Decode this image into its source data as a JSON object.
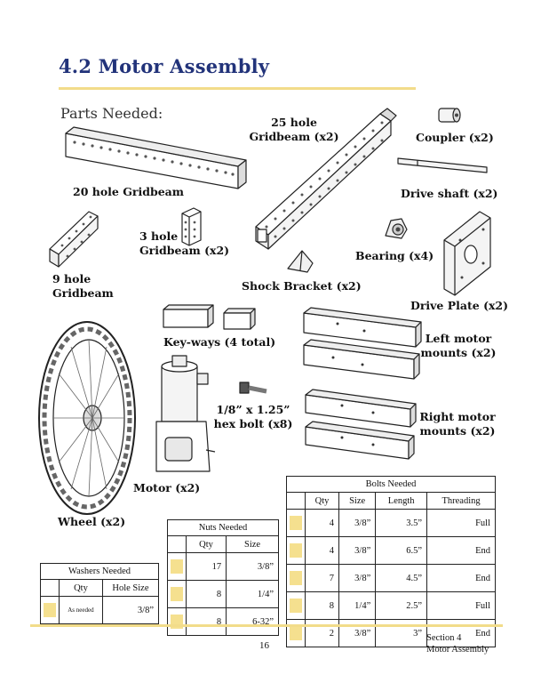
{
  "page": {
    "title": "4.2 Motor Assembly",
    "parts_heading": "Parts Needed:",
    "page_number": "16",
    "footer": {
      "section": "Section 4",
      "subsection": "Motor Assembly"
    }
  },
  "parts": {
    "gridbeam20": "20 hole Gridbeam",
    "gridbeam25_l1": "25 hole",
    "gridbeam25_l2": "Gridbeam (x2)",
    "coupler": "Coupler (x2)",
    "driveshaft": "Drive shaft (x2)",
    "gridbeam3_l1": "3 hole",
    "gridbeam3_l2": "Gridbeam (x2)",
    "bearing": "Bearing (x4)",
    "gridbeam9_l1": "9 hole",
    "gridbeam9_l2": "Gridbeam",
    "shock_bracket": "Shock Bracket (x2)",
    "drive_plate": "Drive Plate (x2)",
    "keyways": "Key-ways (4 total)",
    "left_mounts_l1": "Left motor",
    "left_mounts_l2": "mounts (x2)",
    "hexbolt_l1": "1/8” x 1.25”",
    "hexbolt_l2": "hex bolt (x8)",
    "right_mounts_l1": "Right motor",
    "right_mounts_l2": "mounts (x2)",
    "motor": "Motor (x2)",
    "wheel": "Wheel (x2)"
  },
  "colors": {
    "title": "#22337a",
    "rule": "#f2dc8a",
    "swatch": "#f5e08f"
  },
  "washers": {
    "caption": "Washers Needed",
    "headers": [
      "Qty",
      "Hole Size"
    ],
    "rows": [
      {
        "qty": "As needed",
        "size": "3/8”"
      }
    ]
  },
  "nuts": {
    "caption": "Nuts Needed",
    "headers": [
      "Qty",
      "Size"
    ],
    "rows": [
      {
        "qty": "17",
        "size": "3/8”"
      },
      {
        "qty": "8",
        "size": "1/4”"
      },
      {
        "qty": "8",
        "size": "6-32”"
      }
    ]
  },
  "bolts": {
    "caption": "Bolts Needed",
    "headers": [
      "Qty",
      "Size",
      "Length",
      "Threading"
    ],
    "rows": [
      {
        "qty": "4",
        "size": "3/8”",
        "length": "3.5”",
        "thread": "Full"
      },
      {
        "qty": "4",
        "size": "3/8”",
        "length": "6.5”",
        "thread": "End"
      },
      {
        "qty": "7",
        "size": "3/8”",
        "length": "4.5”",
        "thread": "End"
      },
      {
        "qty": "8",
        "size": "1/4”",
        "length": "2.5”",
        "thread": "Full"
      },
      {
        "qty": "2",
        "size": "3/8”",
        "length": "3”",
        "thread": "End"
      }
    ]
  }
}
